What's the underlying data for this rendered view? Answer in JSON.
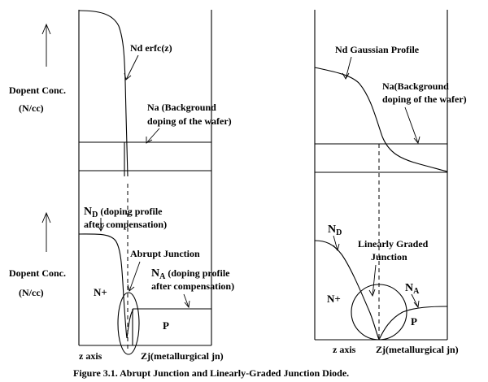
{
  "abrupt": {
    "top": {
      "ylabel": "Dopent Conc.",
      "yunit": "(N/cc)",
      "curve_label": "Nd erfc(z)",
      "bg_label_1": "Na (Background",
      "bg_label_2": "doping of the wafer)"
    },
    "bottom": {
      "ylabel": "Dopent Conc.",
      "yunit": "(N/cc)",
      "nd_label": "N",
      "nd_sub": "D",
      "nd_note_1": " (doping profile",
      "nd_note_2": "after compensation)",
      "junction_label": "Abrupt Junction",
      "na_label": "N",
      "na_sub": "A",
      "na_note_1": " (doping profile",
      "na_note_2": "after compensation)",
      "n_region": "N+",
      "p_region": "P",
      "xaxis": "z axis",
      "zj": "Zj(metallurgical jn)"
    }
  },
  "graded": {
    "top": {
      "curve_label": "Nd Gaussian Profile",
      "bg_label_1": "Na(Background",
      "bg_label_2": "doping of the wafer)"
    },
    "bottom": {
      "nd_label": "N",
      "nd_sub": "D",
      "junction_label_1": "Linearly Graded",
      "junction_label_2": "Junction",
      "na_label": "N",
      "na_sub": "A",
      "n_region": "N+",
      "p_region": "P",
      "xaxis": "z axis",
      "zj": "Zj(metallurgical jn)"
    }
  },
  "caption": "Figure 3.1. Abrupt Junction and Linearly-Graded Junction Diode."
}
